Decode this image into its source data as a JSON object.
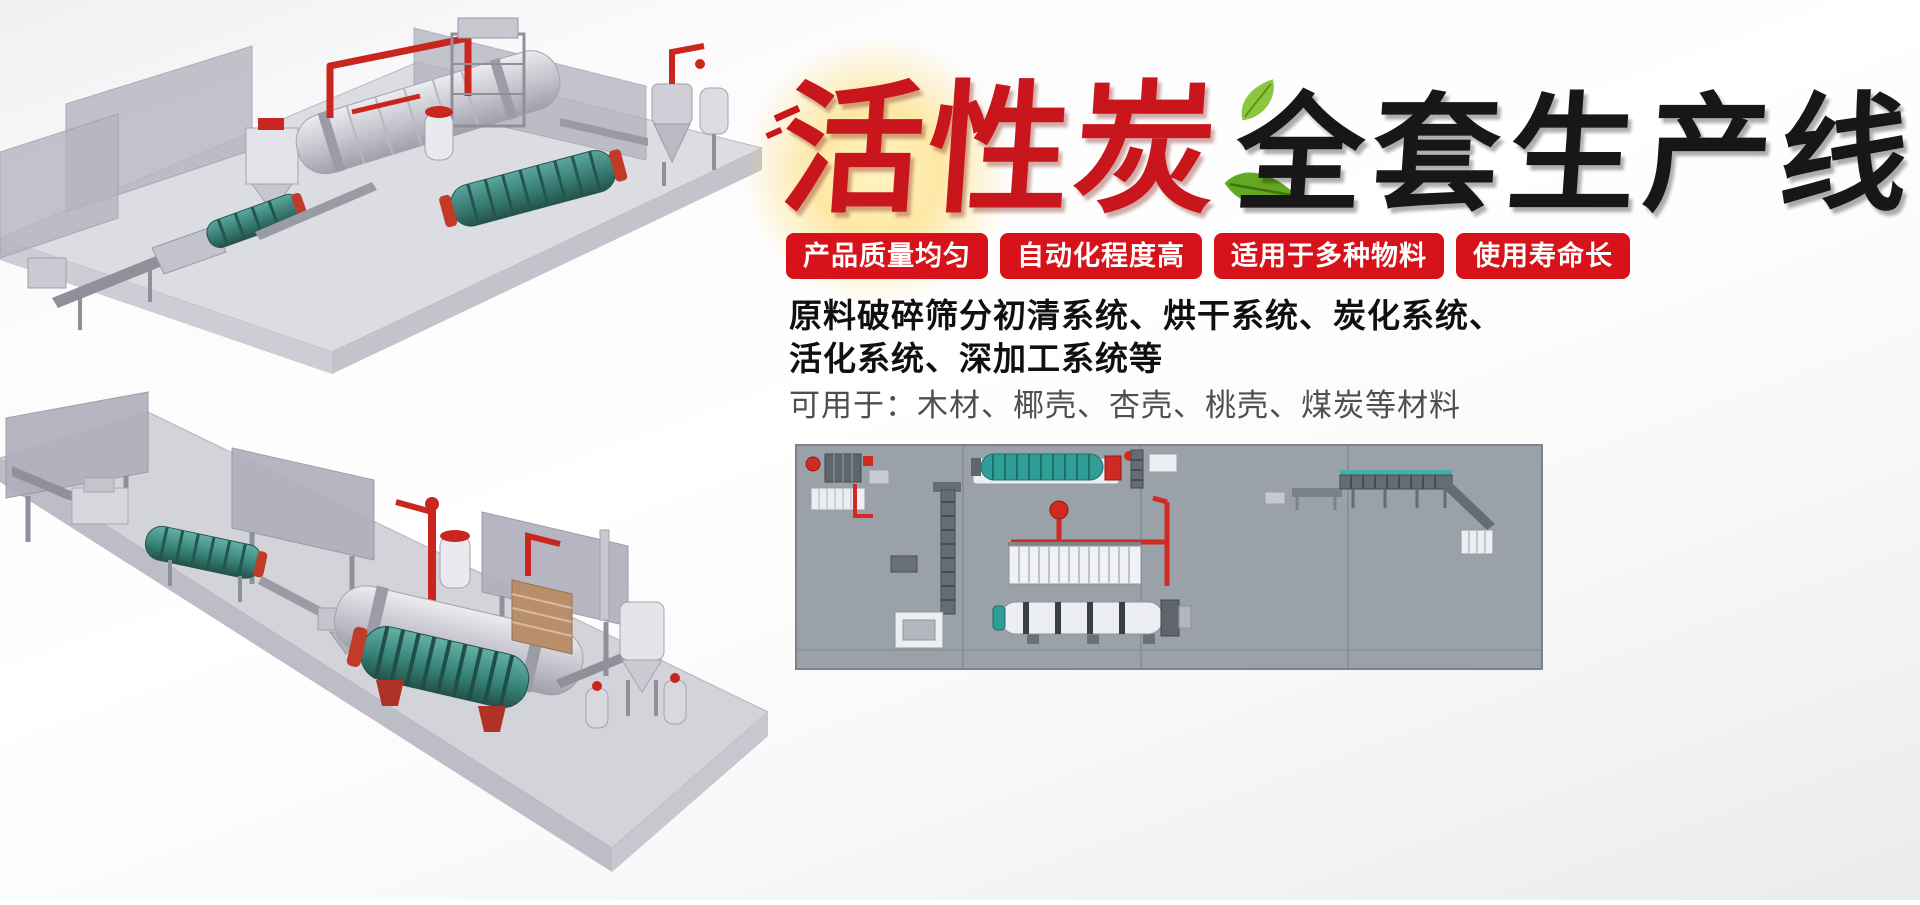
{
  "headline": {
    "red_text": "活性炭",
    "black_text": "全套生产线"
  },
  "badges": [
    {
      "label": "产品质量均匀"
    },
    {
      "label": "自动化程度高"
    },
    {
      "label": "适用于多种物料"
    },
    {
      "label": "使用寿命长"
    }
  ],
  "description": {
    "bold_line1": "原料破碎筛分初清系统、烘干系统、炭化系统、",
    "bold_line2": "活化系统、深加工系统等",
    "usage_line": "可用于：木材、椰壳、杏壳、桃壳、煤炭等材料"
  },
  "colors": {
    "badge_red": "#d8121a",
    "headline_red": "#c9161c",
    "headline_black": "#17171a",
    "leaf_green": "#76b82a",
    "pipe_red": "#c8261f",
    "drum_teal": "#3f8d86",
    "schematic_bg": "#9aa1a8"
  }
}
